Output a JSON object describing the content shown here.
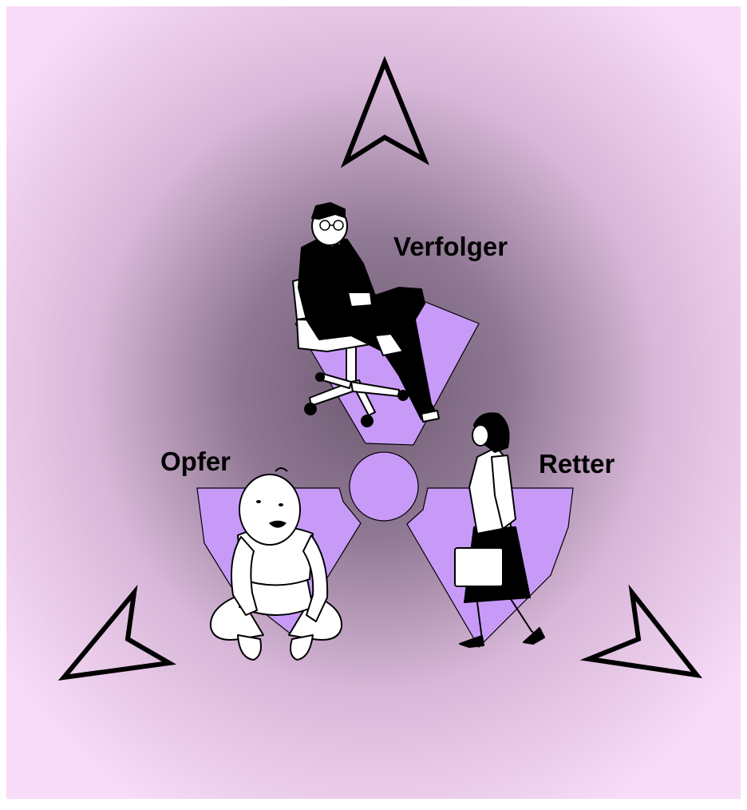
{
  "diagram": {
    "labels": {
      "persecutor": "Verfolger",
      "victim": "Opfer",
      "rescuer": "Retter"
    },
    "icons": {
      "arrows": [
        "arrow-up-icon",
        "arrow-down-left-icon",
        "arrow-down-right-icon"
      ],
      "figures": [
        "seated-businessman-figure",
        "sitting-baby-figure",
        "walking-businesswoman-figure"
      ],
      "symbol": "trefoil-symbol"
    },
    "colors": {
      "panel_edge": "#f8dcf8",
      "panel_center": "#7d6680",
      "trefoil_fill": "#c89af8",
      "outline": "#000000"
    }
  }
}
